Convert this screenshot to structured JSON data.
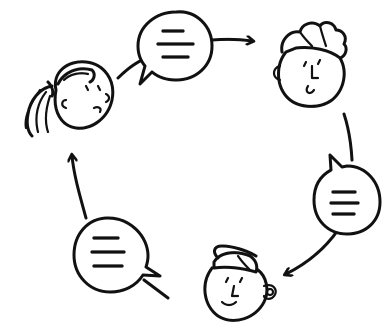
{
  "diagram": {
    "kind": "conversation-cycle",
    "participants": [
      {
        "id": "person-top-right",
        "icon": "spiky-hair-face-icon"
      },
      {
        "id": "person-bottom",
        "icon": "cap-face-icon"
      },
      {
        "id": "person-left",
        "icon": "ponytail-face-icon"
      }
    ],
    "speech_bubbles": [
      {
        "id": "bubble-top",
        "icon": "speech-bubble-icon",
        "text_lines": 3
      },
      {
        "id": "bubble-right",
        "icon": "speech-bubble-icon",
        "text_lines": 3
      },
      {
        "id": "bubble-left",
        "icon": "speech-bubble-icon",
        "text_lines": 3
      }
    ],
    "flow_direction": "clockwise",
    "colors": {
      "ink": "#111111",
      "background": "#ffffff"
    }
  }
}
